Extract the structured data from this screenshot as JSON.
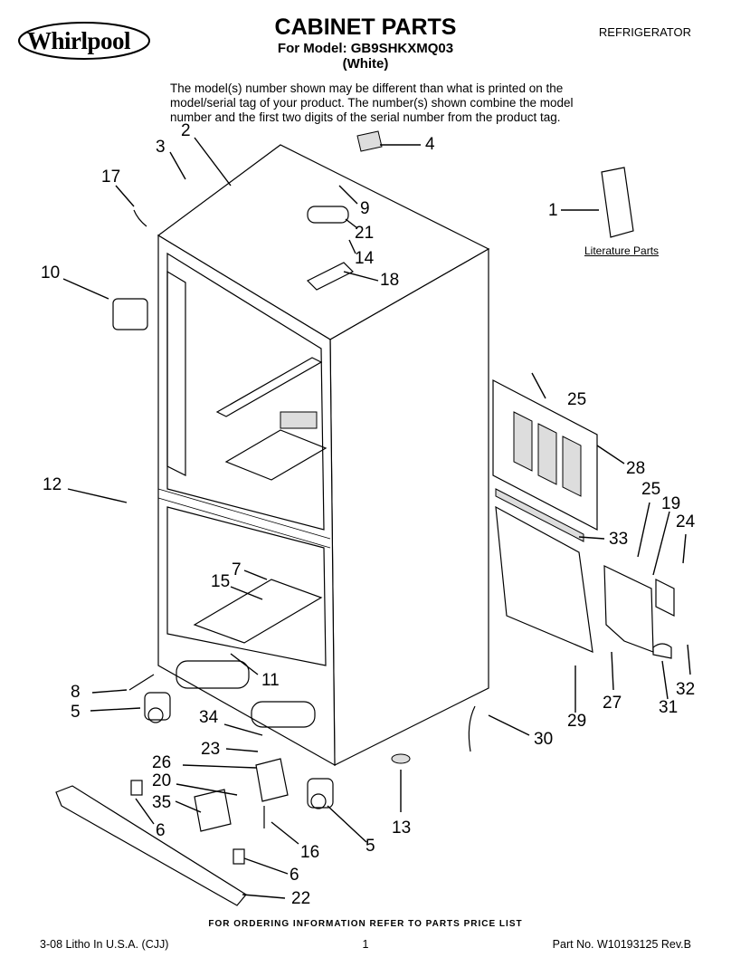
{
  "header": {
    "brand": "Whirlpool",
    "title": "CABINET PARTS",
    "model_line": "For Model: GB9SHKXMQ03",
    "color_line": "(White)",
    "category": "REFRIGERATOR"
  },
  "note": "The model(s) number shown may be different than what is printed on the model/serial tag of your product. The number(s) shown combine the model number and the first two digits of the serial number from the product tag.",
  "literature_label": "Literature Parts",
  "callouts": [
    {
      "id": "c1",
      "text": "1"
    },
    {
      "id": "c2",
      "text": "2"
    },
    {
      "id": "c3",
      "text": "3"
    },
    {
      "id": "c4",
      "text": "4"
    },
    {
      "id": "c5a",
      "text": "5"
    },
    {
      "id": "c5b",
      "text": "5"
    },
    {
      "id": "c6a",
      "text": "6"
    },
    {
      "id": "c6b",
      "text": "6"
    },
    {
      "id": "c7",
      "text": "7"
    },
    {
      "id": "c8",
      "text": "8"
    },
    {
      "id": "c9",
      "text": "9"
    },
    {
      "id": "c10",
      "text": "10"
    },
    {
      "id": "c11",
      "text": "11"
    },
    {
      "id": "c12",
      "text": "12"
    },
    {
      "id": "c13",
      "text": "13"
    },
    {
      "id": "c14",
      "text": "14"
    },
    {
      "id": "c15",
      "text": "15"
    },
    {
      "id": "c16",
      "text": "16"
    },
    {
      "id": "c17",
      "text": "17"
    },
    {
      "id": "c18",
      "text": "18"
    },
    {
      "id": "c19",
      "text": "19"
    },
    {
      "id": "c20",
      "text": "20"
    },
    {
      "id": "c21",
      "text": "21"
    },
    {
      "id": "c22",
      "text": "22"
    },
    {
      "id": "c23",
      "text": "23"
    },
    {
      "id": "c24",
      "text": "24"
    },
    {
      "id": "c25a",
      "text": "25"
    },
    {
      "id": "c25b",
      "text": "25"
    },
    {
      "id": "c26",
      "text": "26"
    },
    {
      "id": "c27",
      "text": "27"
    },
    {
      "id": "c28",
      "text": "28"
    },
    {
      "id": "c29",
      "text": "29"
    },
    {
      "id": "c30",
      "text": "30"
    },
    {
      "id": "c31",
      "text": "31"
    },
    {
      "id": "c32",
      "text": "32"
    },
    {
      "id": "c33",
      "text": "33"
    },
    {
      "id": "c34",
      "text": "34"
    },
    {
      "id": "c35",
      "text": "35"
    }
  ],
  "footer": {
    "ordering_note": "FOR ORDERING INFORMATION REFER TO PARTS PRICE LIST",
    "litho": "3-08 Litho In U.S.A. (CJJ)",
    "page": "1",
    "part_no": "Part No. W10193125 Rev.B"
  }
}
